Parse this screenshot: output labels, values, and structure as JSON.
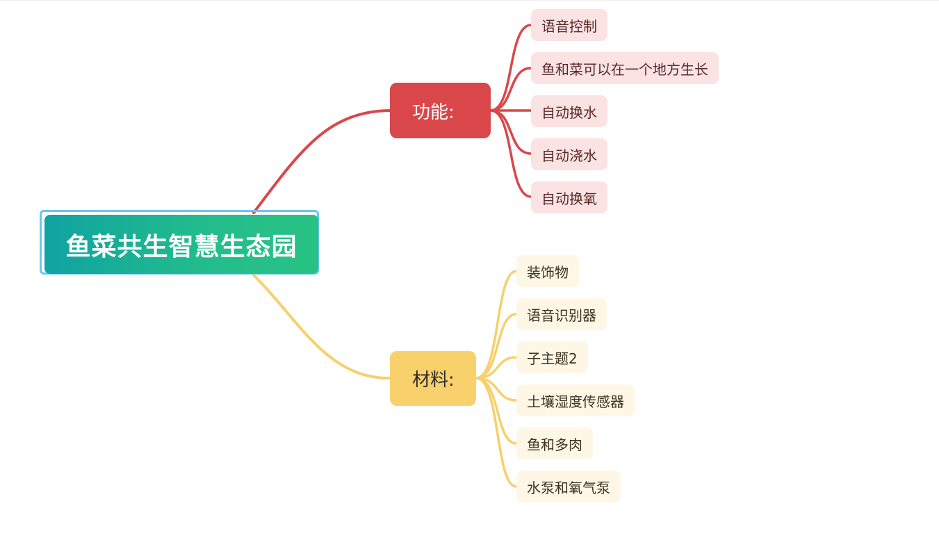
{
  "colors": {
    "root_outline": "#6cc6ef",
    "function_branch": "#d9474a",
    "function_leaf_bg": "#fbe3e3",
    "function_leaf_text": "#5a2a2a",
    "material_branch": "#f9d16c",
    "material_leaf_bg": "#fef7e6",
    "material_leaf_text": "#3d3220",
    "function_line": "#d9474a",
    "material_line": "#f7d06a"
  },
  "root": {
    "label": "鱼菜共生智慧生态园"
  },
  "branches": [
    {
      "id": "function",
      "label": "功能:",
      "children": [
        "语音控制",
        "鱼和菜可以在一个地方生长",
        "自动换水",
        "自动浇水",
        "自动换氧"
      ]
    },
    {
      "id": "materials",
      "label": "材料:",
      "children": [
        "装饰物",
        "语音识别器",
        "子主题2",
        "土壤湿度传感器",
        "鱼和多肉",
        "水泵和氧气泵"
      ]
    }
  ]
}
